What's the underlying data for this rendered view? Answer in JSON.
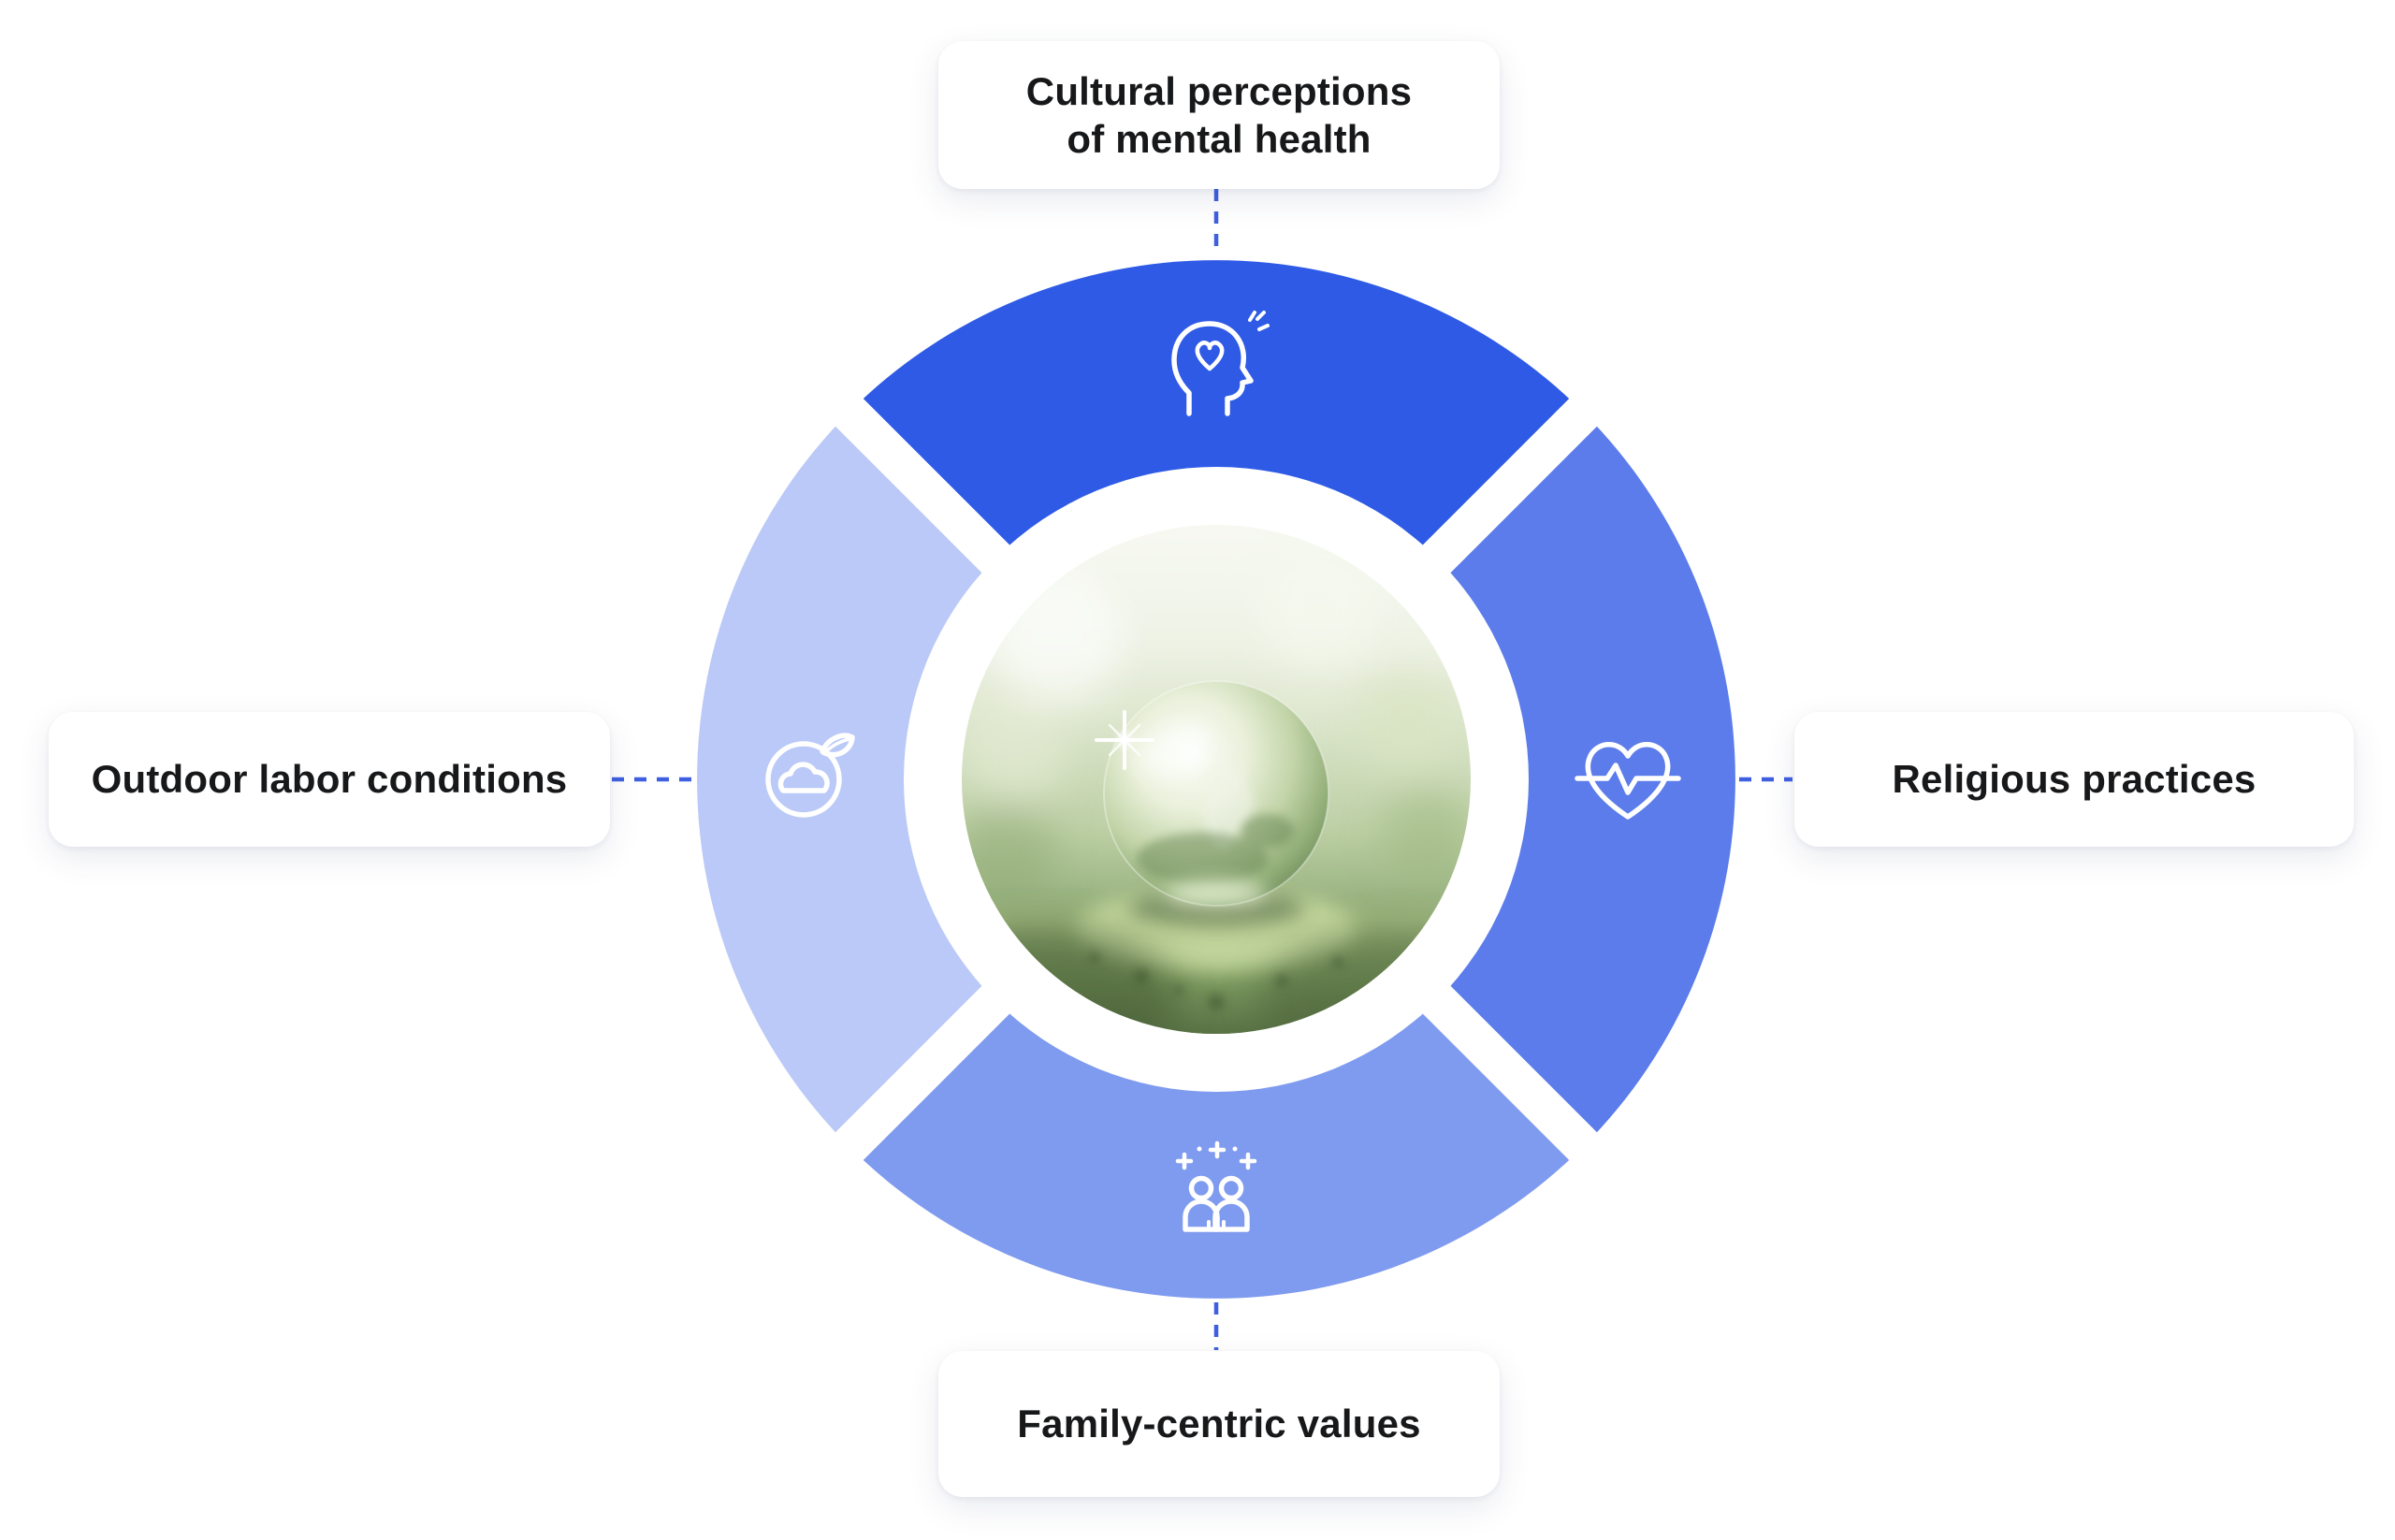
{
  "colors": {
    "connector": "#3f5fe1",
    "text": "#17181a",
    "card_background": "#ffffff",
    "ring_background": "#ffffff"
  },
  "segments": [
    {
      "id": "top",
      "color": "#2e5ae6",
      "icon": "head-with-heart-icon",
      "label": "Cultural perceptions of mental health"
    },
    {
      "id": "right",
      "color": "#5b7cea",
      "icon": "heart-pulse-icon",
      "label": "Religious practices"
    },
    {
      "id": "bottom",
      "color": "#7f9bef",
      "icon": "family-sparkle-icon",
      "label": "Family-centric values"
    },
    {
      "id": "left",
      "color": "#bac9f7",
      "icon": "cloud-leaf-icon",
      "label": "Outdoor labor conditions"
    }
  ],
  "cards": {
    "top": {
      "line1": "Cultural perceptions",
      "line2": "of mental health"
    },
    "right": {
      "text": "Religious practices"
    },
    "bottom": {
      "text": "Family-centric values"
    },
    "left": {
      "text": "Outdoor labor conditions"
    }
  },
  "center": {
    "image": "glass-globe-on-moss"
  }
}
